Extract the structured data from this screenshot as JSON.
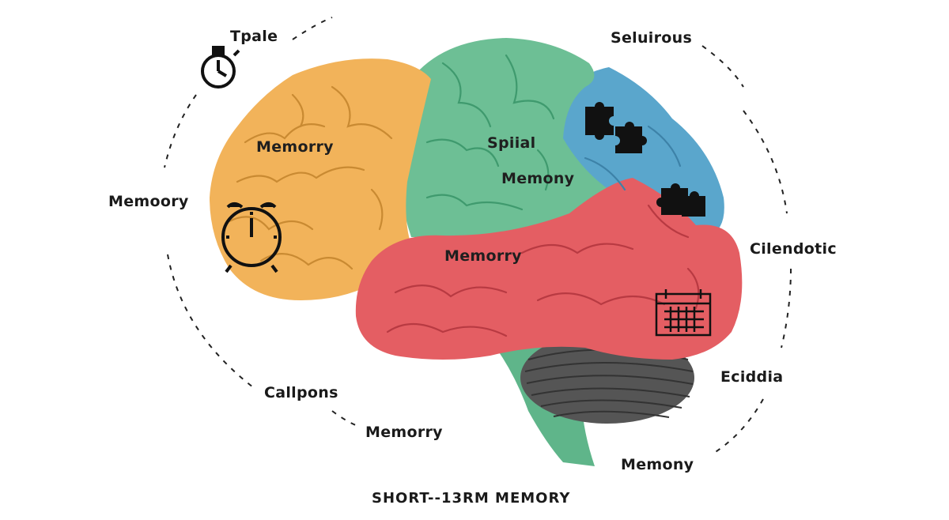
{
  "labels": {
    "top_left": "Tpale",
    "top_right": "Seluirous",
    "left": "Memoory",
    "right_upper": "Cilendotic",
    "right_lower": "Eciddia",
    "bottom_left": "Callpons",
    "bottom_left_lower": "Memorry",
    "bottom_right": "Memony"
  },
  "regions": {
    "frontal": "Memorry",
    "parietal_line1": "Spiial",
    "parietal_line2": "Memony",
    "temporal": "Memorry"
  },
  "caption": "SHORT--13RM  MEMORY",
  "colors": {
    "frontal": "#f2b35a",
    "parietal": "#6dbf95",
    "occipital": "#5aa6cc",
    "temporal": "#e45e63",
    "cerebellum": "#555555",
    "stem": "#5fb58a"
  },
  "icons": [
    "stopwatch-icon",
    "alarm-clock-icon",
    "puzzle-piece-icon",
    "puzzle-piece-icon",
    "calendar-icon"
  ]
}
